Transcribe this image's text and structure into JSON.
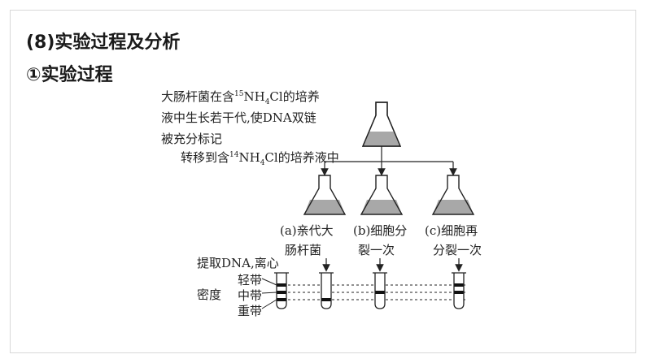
{
  "headings": {
    "section": "(8)实验过程及分析",
    "subsection": "①实验过程"
  },
  "diagram": {
    "intro_line1": {
      "pre": "大肠杆菌在含",
      "sup": "15",
      "mid": "NH",
      "sub": "4",
      "post": "Cl的培养"
    },
    "intro_line2": "液中生长若干代,使DNA双链",
    "intro_line3": "被充分标记",
    "transfer": {
      "pre": "转移到含",
      "sup": "14",
      "mid": "NH",
      "sub": "4",
      "post": "Cl的培养液中"
    },
    "flasks": [
      {
        "line1": "(a)亲代大",
        "line2": "肠杆菌"
      },
      {
        "line1": "(b)细胞分",
        "line2": "裂一次"
      },
      {
        "line1": "(c)细胞再",
        "line2": "分裂一次"
      }
    ],
    "extract_label": "提取DNA,离心",
    "density_label": "密度",
    "bands": {
      "light": "轻带",
      "middle": "中带",
      "heavy": "重带"
    }
  },
  "colors": {
    "ink": "#222222",
    "medium_fill": "#a8a8a8",
    "band": "#111111",
    "frame": "#d9d9d9"
  }
}
